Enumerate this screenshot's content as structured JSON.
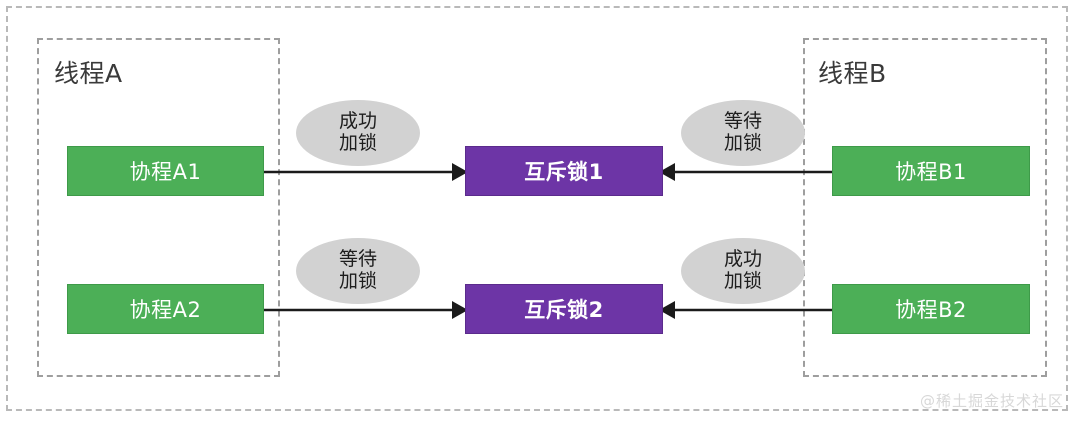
{
  "diagram": {
    "title_left": "线程A",
    "title_right": "线程B",
    "watermark": "@稀土掘金技术社区",
    "colors": {
      "coroutine_box": "#4caf57",
      "mutex_box": "#6d35a6",
      "callout_ellipse": "#d2d2d2",
      "dashed_border": "#b9b9b9",
      "arrow": "#1b1b1b",
      "background": "#ffffff",
      "watermark_text": "#d8d8d8"
    },
    "nodes": {
      "coroutine_a1": "协程A1",
      "coroutine_a2": "协程A2",
      "mutex_1": "互斥锁1",
      "mutex_2": "互斥锁2",
      "coroutine_b1": "协程B1",
      "coroutine_b2": "协程B2"
    },
    "callouts": [
      {
        "id": "a1-to-mutex1",
        "line1": "成功",
        "line2": "加锁"
      },
      {
        "id": "b1-to-mutex1",
        "line1": "等待",
        "line2": "加锁"
      },
      {
        "id": "a2-to-mutex2",
        "line1": "等待",
        "line2": "加锁"
      },
      {
        "id": "b2-to-mutex2",
        "line1": "成功",
        "line2": "加锁"
      }
    ],
    "edges": [
      {
        "from": "协程A1",
        "to": "互斥锁1",
        "direction": "right",
        "label": "成功加锁"
      },
      {
        "from": "协程B1",
        "to": "互斥锁1",
        "direction": "left",
        "label": "等待加锁"
      },
      {
        "from": "协程A2",
        "to": "互斥锁2",
        "direction": "right",
        "label": "等待加锁"
      },
      {
        "from": "协程B2",
        "to": "互斥锁2",
        "direction": "left",
        "label": "成功加锁"
      }
    ]
  }
}
